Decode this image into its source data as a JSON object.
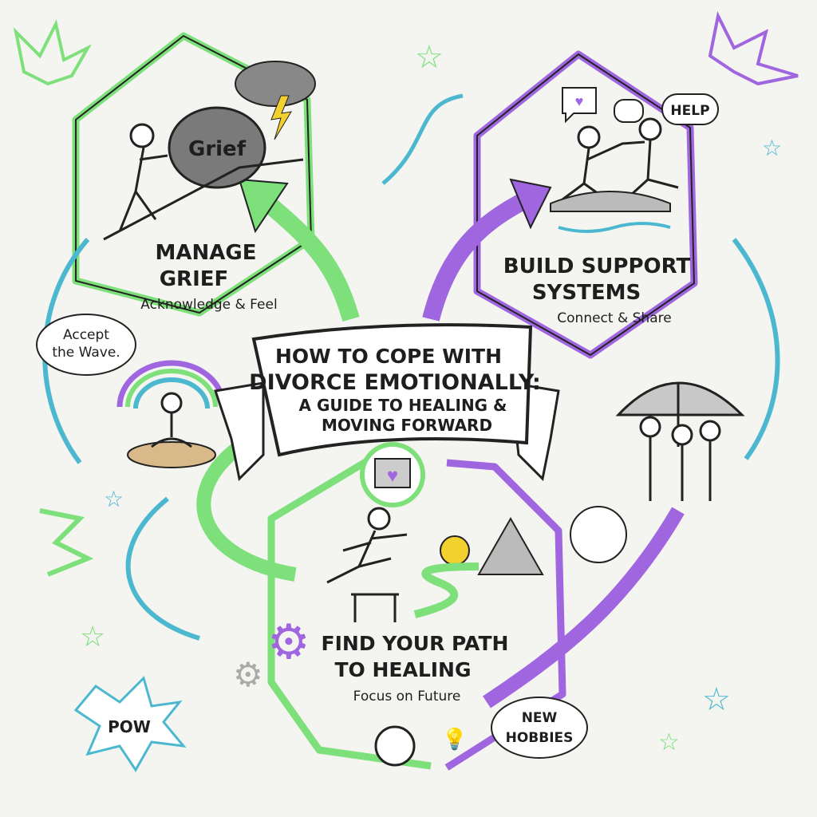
{
  "title": {
    "line1": "HOW TO COPE WITH",
    "line2": "DIVORCE EMOTIONALLY:",
    "line3": "A GUIDE TO HEALING &",
    "line4": "MOVING FORWARD"
  },
  "sections": [
    {
      "heading1": "MANAGE",
      "heading2": "GRIEF",
      "subtitle": "Acknowledge & Feel",
      "illustration_label": "Grief",
      "color": "#7ee07a"
    },
    {
      "heading1": "BUILD SUPPORT",
      "heading2": "SYSTEMS",
      "subtitle": "Connect & Share",
      "illustration_label": "HELP",
      "color": "#a066e0"
    },
    {
      "heading1": "FIND YOUR PATH",
      "heading2": "TO HEALING",
      "subtitle": "Focus on Future",
      "color": "#7ee07a",
      "color2": "#a066e0"
    }
  ],
  "bubbles": {
    "accept1": "Accept",
    "accept2": "the Wave.",
    "pow": "POW",
    "hobbies1": "NEW",
    "hobbies2": "HOBBIES"
  },
  "colors": {
    "green": "#7ee07a",
    "purple": "#a066e0",
    "teal": "#4bb8d0",
    "background": "#f4f4f0"
  }
}
